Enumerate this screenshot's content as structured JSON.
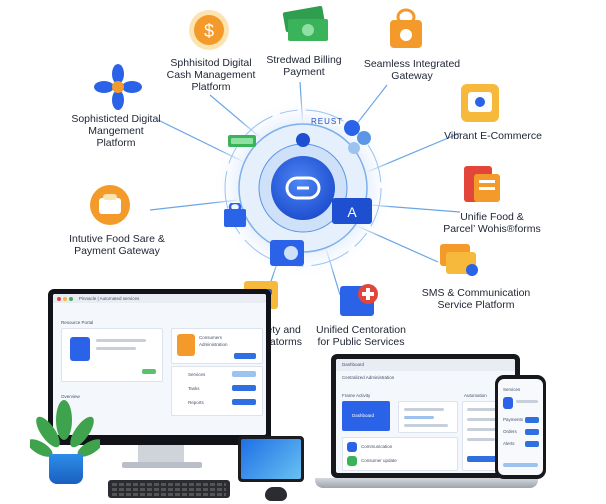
{
  "hub": {
    "ring_text": "REUST"
  },
  "services": [
    {
      "id": "cash",
      "lines": [
        "Sphhisitod Digital",
        "Cash Management",
        "Platform"
      ]
    },
    {
      "id": "billing",
      "lines": [
        "Stredwаd Billing",
        "Payment"
      ]
    },
    {
      "id": "gateway",
      "lines": [
        "Seamless Integrated",
        "Gateway"
      ]
    },
    {
      "id": "digital",
      "lines": [
        "Sophisticted Digital",
        "Mangement",
        "Platform"
      ]
    },
    {
      "id": "ecommerce",
      "lines": [
        "Vibrant E-Commerce"
      ]
    },
    {
      "id": "food_payment",
      "lines": [
        "Intutive Food Sare &",
        "Payment Gateway"
      ]
    },
    {
      "id": "food_parcel",
      "lines": [
        "Unifie Food &",
        "Parcel’ Wohis®forms"
      ]
    },
    {
      "id": "sms",
      "lines": [
        "SMS & Communication",
        "Service Platform"
      ]
    },
    {
      "id": "safety",
      "lines": [
        "Public Safety and",
        "Moniting Platorms"
      ]
    },
    {
      "id": "centoration",
      "lines": [
        "Unified Centoration",
        "for Public Services"
      ]
    }
  ],
  "monitor_screen": {
    "header": "Pinnacle | Automated services",
    "section": "Resource Portal",
    "profile_name": "Consumers",
    "profile_sub": "Administration",
    "rows": [
      "Services",
      "Tasks",
      "Reports"
    ],
    "footer": "Overview"
  },
  "laptop_screen": {
    "header": "Dashboard",
    "sub": "Centralized Administration",
    "hero": "Dashboard",
    "panel_title": "Frame Activity",
    "side_title": "Automation",
    "rows": [
      "Communication",
      "Consumer update"
    ]
  },
  "phone_screen": {
    "title": "Services",
    "rows": [
      "Payments",
      "Orders",
      "Alerts"
    ]
  },
  "colors": {
    "hub_blue": "#2a63e8",
    "line_blue": "#6aa6e6",
    "orange": "#f39a2b",
    "green": "#3bb35b",
    "red": "#e2453a"
  }
}
